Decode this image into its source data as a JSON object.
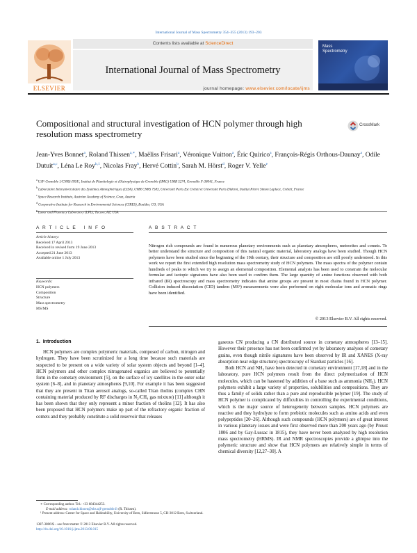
{
  "running_head": "International Journal of Mass Spectrometry 354–355 (2013) 193–203",
  "masthead": {
    "contents_prefix": "Contents lists available at ",
    "contents_link": "ScienceDirect",
    "journal_title": "International Journal of Mass Spectrometry",
    "homepage_prefix": "journal homepage: ",
    "homepage_link": "www.elsevier.com/locate/ijms",
    "publisher": "ELSEVIER",
    "cover_title": "Mass\nSpectrometry",
    "colors": {
      "orange": "#e66b0a",
      "link_blue": "#2a6ebb",
      "cover_blue": "#2e57a7"
    }
  },
  "article": {
    "title": "Compositional and structural investigation of HCN polymer through high resolution mass spectrometry",
    "crossmark_label": "CrossMark",
    "authors": [
      {
        "name": "Jean-Yves Bonnet",
        "sup": "a"
      },
      {
        "name": "Roland Thissen",
        "sup": "a,∗"
      },
      {
        "name": "Maëliss Frisari",
        "sup": "a"
      },
      {
        "name": "Véronique Vuitton",
        "sup": "a"
      },
      {
        "name": "Éric Quirico",
        "sup": "a"
      },
      {
        "name": "François-Régis Orthous-Daunay",
        "sup": "a"
      },
      {
        "name": "Odile Dutuit",
        "sup": "a,c"
      },
      {
        "name": "Léna Le Roy",
        "sup": "b,1"
      },
      {
        "name": "Nicolas Fray",
        "sup": "b"
      },
      {
        "name": "Hervé Cottin",
        "sup": "b"
      },
      {
        "name": "Sarah M. Hörst",
        "sup": "d"
      },
      {
        "name": "Roger V. Yelle",
        "sup": "e"
      }
    ],
    "affiliations": [
      {
        "sup": "a",
        "text": "UJF-Grenoble 1/CNRS-INSU, Institut de Planétologie et d'Astrophysique de Grenoble (IPAG) UMR 5274, Grenoble F-38041, France"
      },
      {
        "sup": "b",
        "text": "Laboratoire Interuniversitaire des Systèmes Atmosphériques (LISA), UMR CNRS 7583, Université Paris Est Créteil et Université Paris Diderot, Institut Pierre Simon Laplace, Créteil, France"
      },
      {
        "sup": "c",
        "text": "Space Research Institute, Austrian Academy of Science, Graz, Austria"
      },
      {
        "sup": "d",
        "text": "Cooperative Institute for Research in Environmental Sciences (CIRES), Boulder, CO, USA"
      },
      {
        "sup": "e",
        "text": "Lunar and Planetary Laboratory (LPL), Tucson, AZ, USA"
      }
    ]
  },
  "article_info": {
    "heading": "A R T I C L E   I N F O",
    "history_label": "Article history:",
    "history": [
      "Received 17 April 2013",
      "Received in revised form 19 June 2013",
      "Accepted 21 June 2013",
      "Available online 1 July 2013"
    ],
    "keywords_label": "Keywords:",
    "keywords": [
      "HCN polymers",
      "Composition",
      "Structure",
      "Mass spectrometry",
      "MS/MS"
    ]
  },
  "abstract": {
    "heading": "A B S T R A C T",
    "text": "Nitrogen rich compounds are found in numerous planetary environments such as planetary atmospheres, meteorites and comets. To better understand the structure and composition of this natural organic material, laboratory analogs have been studied. Though HCN polymers have been studied since the beginning of the 19th century, their structure and composition are still poorly understood. In this work we report the first extended high resolution mass spectrometry study of HCN polymers. The mass spectra of the polymer contain hundreds of peaks to which we try to assign an elemental composition. Elemental analysis has been used to constrain the molecular formulae and isotopic signatures have also been used to confirm them. The large quantity of amine functions observed with both infrared (IR) spectroscopy and mass spectrometry indicates that amine groups are present in most chains found in HCN polymer. Collision induced dissociation (CID) tandem (MSⁿ) measurements were also performed on eight molecular ions and aromatic rings have been identified.",
    "copyright": "© 2013 Elsevier B.V. All rights reserved."
  },
  "body": {
    "section_heading": "1.  Introduction",
    "left_paragraph": "HCN polymers are complex polymeric materials, composed of carbon, nitrogen and hydrogen. They have been scrutinized for a long time because such materials are suspected to be present on a wide variety of solar system objects and beyond [1–4]. HCN polymers and other complex nitrogenated organics are believed to potentially form in the cometary environment [5], on the surface of icy satellites in the outer solar system [6–8], and in planetary atmospheres [9,10]. For example it has been suggested that they are present in Titan aerosol analogs, so-called Titan tholins (complex CHN containing material produced by RF discharges in N₂/CH₄ gas mixture) [11] although it has been shown that they only represent a minor fraction of tholins [12]. It has also been proposed that HCN polymers make up part of the refractory organic fraction of comets and they probably constitute a solid reservoir that releases",
    "right_paragraph_1": "gaseous CN producing a CN distributed source in cometary atmospheres [13–15]. However their presence has not been confirmed yet by laboratory analyses of cometary grains, even though nitrile signatures have been observed by IR and XANES (X-ray absorption near edge structure) spectroscopy of Stardust particles [16].",
    "right_paragraph_2": "Both HCN and NH₃ have been detected in cometary environment [17,18] and in the laboratory, pure HCN polymers result from the direct polymerization of HCN molecules, which can be hastened by addition of a base such as ammonia (NH₃). HCN polymers exhibit a large variety of properties, solubilities and compositions. They are thus a family of solids rather than a pure and reproducible polymer [19]. The study of HCN polymer is complicated by difficulties in controlling the experimental conditions, which is the major source of heterogeneity between samples. HCN polymers are reactive and they hydrolyze to form prebiotic molecules such as amino acids and even polypeptides [20–26]. Although such compounds (HCN polymers) are of great interest in various planetary issues and were first observed more than 200 years ago (by Proust 1806 and by Gay-Lussac in 1815), they have never been analyzed by high resolution mass spectrometry (HRMS). IR and NMR spectroscopies provide a glimpse into the polymeric structure and show that HCN polymers are relatively simple in terms of chemical diversity [12,27–30]. A"
  },
  "footnotes": {
    "corresponding": "∗  Corresponding author. Tel.: +33 684344253.",
    "email_label": "E-mail address: ",
    "email": "roland.thissen@obs.ujf-grenoble.fr",
    "email_suffix": " (R. Thissen).",
    "present_address": "¹  Present address: Center for Space and Habitability, University of Bern, Sidlerstrasse 5, CH-3012 Bern, Switzerland.",
    "issn": "1387-3806/$ – see front matter © 2013 Elsevier B.V. All rights reserved.",
    "doi": "http://dx.doi.org/10.1016/j.ijms.2013.06.015"
  }
}
